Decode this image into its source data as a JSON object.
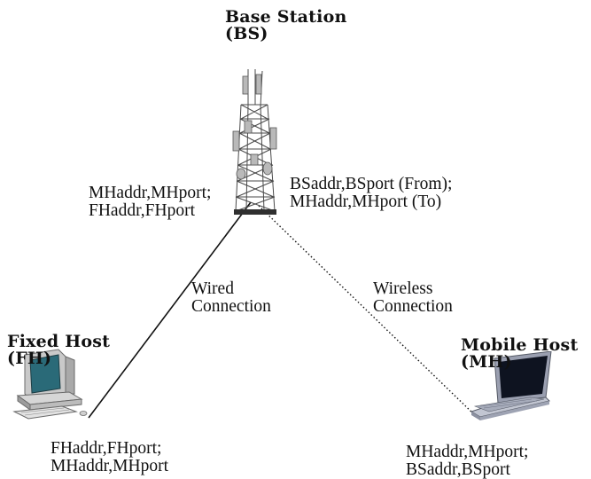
{
  "base_station": {
    "title_line1": "Base Station",
    "title_line2": "(BS)",
    "addr_left_line1": "MHaddr,MHport;",
    "addr_left_line2": "FHaddr,FHport",
    "addr_right_line1": "BSaddr,BSport (From);",
    "addr_right_line2": "MHaddr,MHport (To)"
  },
  "fixed_host": {
    "title_line1": "Fixed Host",
    "title_line2": "(FH)",
    "addr_line1": "FHaddr,FHport;",
    "addr_line2": "MHaddr,MHport"
  },
  "mobile_host": {
    "title_line1": "Mobile Host",
    "title_line2": "(MH)",
    "addr_line1": "MHaddr,MHport;",
    "addr_line2": "BSaddr,BSport"
  },
  "connections": {
    "wired_line1": "Wired",
    "wired_line2": "Connection",
    "wireless_line1": "Wireless",
    "wireless_line2": "Connection"
  },
  "colors": {
    "line": "#111111",
    "tower_steel": "#4a4a4a",
    "monitor_screen": "#2a6a78",
    "laptop_screen": "#0e1320"
  },
  "icons": [
    "cell-tower-icon",
    "desktop-computer-icon",
    "laptop-computer-icon"
  ]
}
